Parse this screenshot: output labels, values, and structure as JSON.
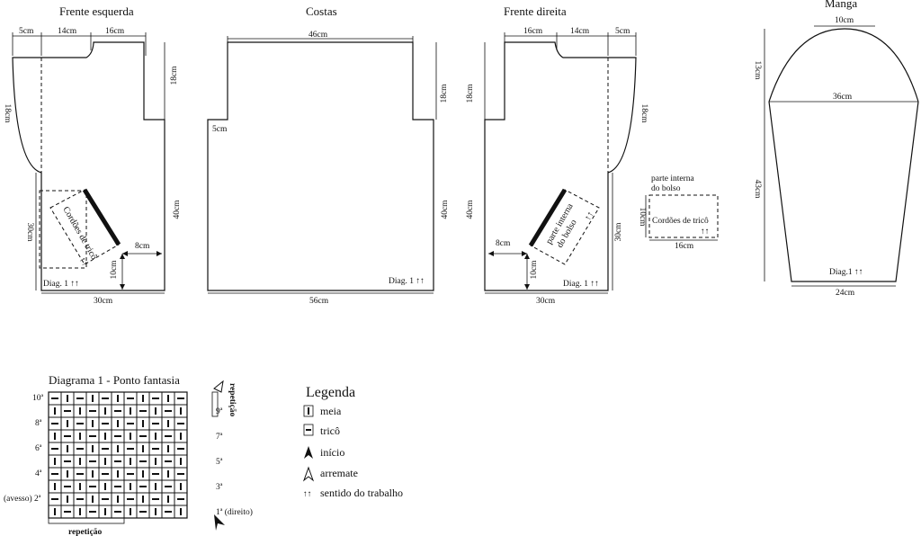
{
  "pieces": {
    "frente_esquerda": {
      "title": "Frente esquerda",
      "top_5": "5cm",
      "top_14": "14cm",
      "top_16": "16cm",
      "left_18": "18cm",
      "right_18": "18cm",
      "left_30": "30cm",
      "right_40": "40cm",
      "bottom": "30cm",
      "pocket_label": "Cordões de tricô",
      "pocket_arrows": "↑↑",
      "dim_8": "8cm",
      "dim_10": "10cm",
      "diag": "Diag. 1 ↑↑"
    },
    "costas": {
      "title": "Costas",
      "top": "46cm",
      "left_5": "5cm",
      "right_18": "18cm",
      "right_40": "40cm",
      "bottom": "56cm",
      "diag": "Diag. 1 ↑↑"
    },
    "frente_direita": {
      "title": "Frente direita",
      "top_16": "16cm",
      "top_14": "14cm",
      "top_5": "5cm",
      "left_18": "18cm",
      "right_18": "18cm",
      "left_40": "40cm",
      "right_30": "30cm",
      "bottom": "30cm",
      "pocket_label_1": "parte interna",
      "pocket_label_2": "do bolso",
      "pocket_arrows": "↑↑",
      "dim_8": "8cm",
      "dim_10": "10cm",
      "diag": "Diag. 1 ↑↑"
    },
    "bolso": {
      "label_1": "parte interna",
      "label_2": "do bolso",
      "side": "10cm",
      "inner": "Cordões de tricô",
      "arrows": "↑↑",
      "bottom": "16cm"
    },
    "manga": {
      "title": "Manga",
      "top": "10cm",
      "cap_height": "13cm",
      "width": "36cm",
      "length": "43cm",
      "diag": "Diag.1 ↑↑",
      "bottom": "24cm"
    }
  },
  "diagram": {
    "title": "Diagrama 1 - Ponto fantasia",
    "rows_left": [
      "10ª",
      "8ª",
      "6ª",
      "4ª",
      "(avesso) 2ª"
    ],
    "rows_right": [
      "9ª",
      "7ª",
      "5ª",
      "3ª",
      "1ª (direito)"
    ],
    "repeat_bottom": "repetição",
    "repeat_side": "repetição",
    "columns": 11,
    "rows": 10,
    "stitch_pattern": "rows 1,3,5,7,9 (from bottom): meia, tricô, meia, … ; even rows: tricô, meia, tricô, …"
  },
  "legend": {
    "title": "Legenda",
    "items": [
      {
        "icon": "meia-stitch-icon",
        "label": "meia"
      },
      {
        "icon": "trico-stitch-icon",
        "label": "tricô"
      },
      {
        "icon": "start-arrow-icon",
        "label": "início"
      },
      {
        "icon": "finish-arrow-icon",
        "label": "arremate"
      },
      {
        "icon": "direction-arrows-icon",
        "label": "sentido do trabalho",
        "glyph": "↑↑"
      }
    ]
  }
}
